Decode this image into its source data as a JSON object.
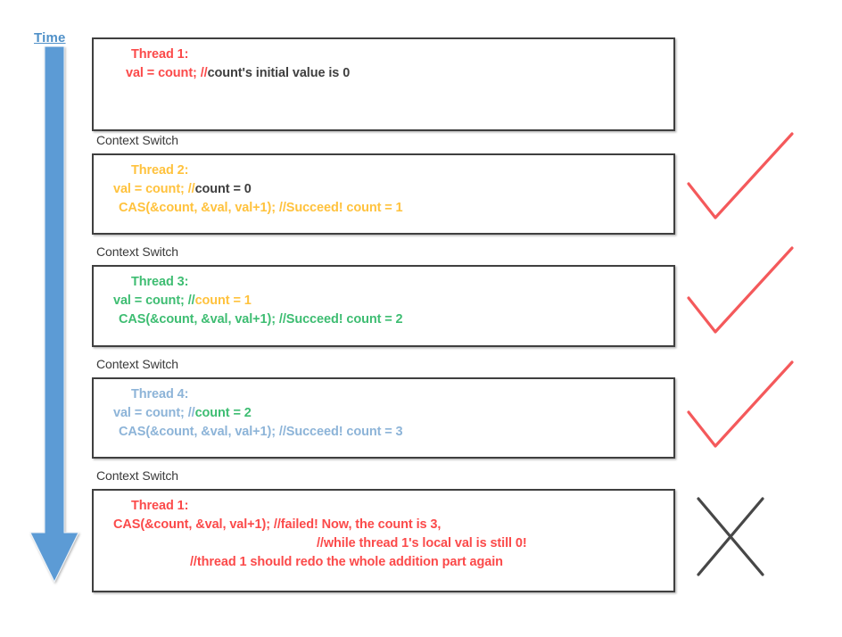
{
  "palette": {
    "thread1": "#fb4a4a",
    "thread2": "#ffc23d",
    "thread3": "#3ebd72",
    "thread4": "#8db4d8",
    "comment_gray": "#3f3f3f",
    "time_blue": "#4f90c8",
    "arrow_blue": "#5b9bd5",
    "check_red": "#f4595b",
    "cross_gray": "#474747",
    "box_border": "#3f3f3f"
  },
  "axis": {
    "label": "Time",
    "direction": "downward-arrow"
  },
  "context_switch_label": "Context Switch",
  "blocks": [
    {
      "id": "thread-1-read",
      "title": "Thread 1:",
      "title_color": "thread1",
      "lines": [
        {
          "indent": 14,
          "segments": [
            {
              "text": "val = count; //",
              "color": "thread1"
            },
            {
              "text": "count's initial value is 0",
              "color": "comment_gray"
            }
          ]
        }
      ],
      "mark": "none"
    },
    {
      "id": "thread-2",
      "title": "Thread 2:",
      "title_color": "thread2",
      "lines": [
        {
          "indent": 0,
          "segments": [
            {
              "text": "val = count; //",
              "color": "thread2"
            },
            {
              "text": "count = 0",
              "color": "comment_gray"
            }
          ]
        },
        {
          "indent": 6,
          "segments": [
            {
              "text": "CAS(&count, &val, val+1); //Succeed! count = 1",
              "color": "thread2"
            }
          ]
        }
      ],
      "mark": "check"
    },
    {
      "id": "thread-3",
      "title": "Thread 3:",
      "title_color": "thread3",
      "lines": [
        {
          "indent": 0,
          "segments": [
            {
              "text": "val = count; //",
              "color": "thread3"
            },
            {
              "text": "count = 1",
              "color": "thread2"
            }
          ]
        },
        {
          "indent": 6,
          "segments": [
            {
              "text": "CAS(&count, &val, val+1); //Succeed! count = 2",
              "color": "thread3"
            }
          ]
        }
      ],
      "mark": "check"
    },
    {
      "id": "thread-4",
      "title": "Thread 4:",
      "title_color": "thread4",
      "lines": [
        {
          "indent": 0,
          "segments": [
            {
              "text": "val = count; //",
              "color": "thread4"
            },
            {
              "text": "count = 2",
              "color": "thread3"
            }
          ]
        },
        {
          "indent": 6,
          "segments": [
            {
              "text": "CAS(&count, &val, val+1); //Succeed! count = 3",
              "color": "thread4"
            }
          ]
        }
      ],
      "mark": "check"
    },
    {
      "id": "thread-1-cas-fail",
      "title": "Thread 1:",
      "title_color": "thread1",
      "lines": [
        {
          "indent": 0,
          "segments": [
            {
              "text": "CAS(&count, &val, val+1); //failed! Now, the count is 3,",
              "color": "thread1"
            }
          ]
        },
        {
          "indent": 228,
          "segments": [
            {
              "text": "//while thread 1's local val is still 0!",
              "color": "thread1"
            }
          ]
        },
        {
          "indent": 86,
          "segments": [
            {
              "text": "//thread 1 should redo the whole addition part again",
              "color": "thread1"
            }
          ]
        }
      ],
      "mark": "cross"
    }
  ]
}
